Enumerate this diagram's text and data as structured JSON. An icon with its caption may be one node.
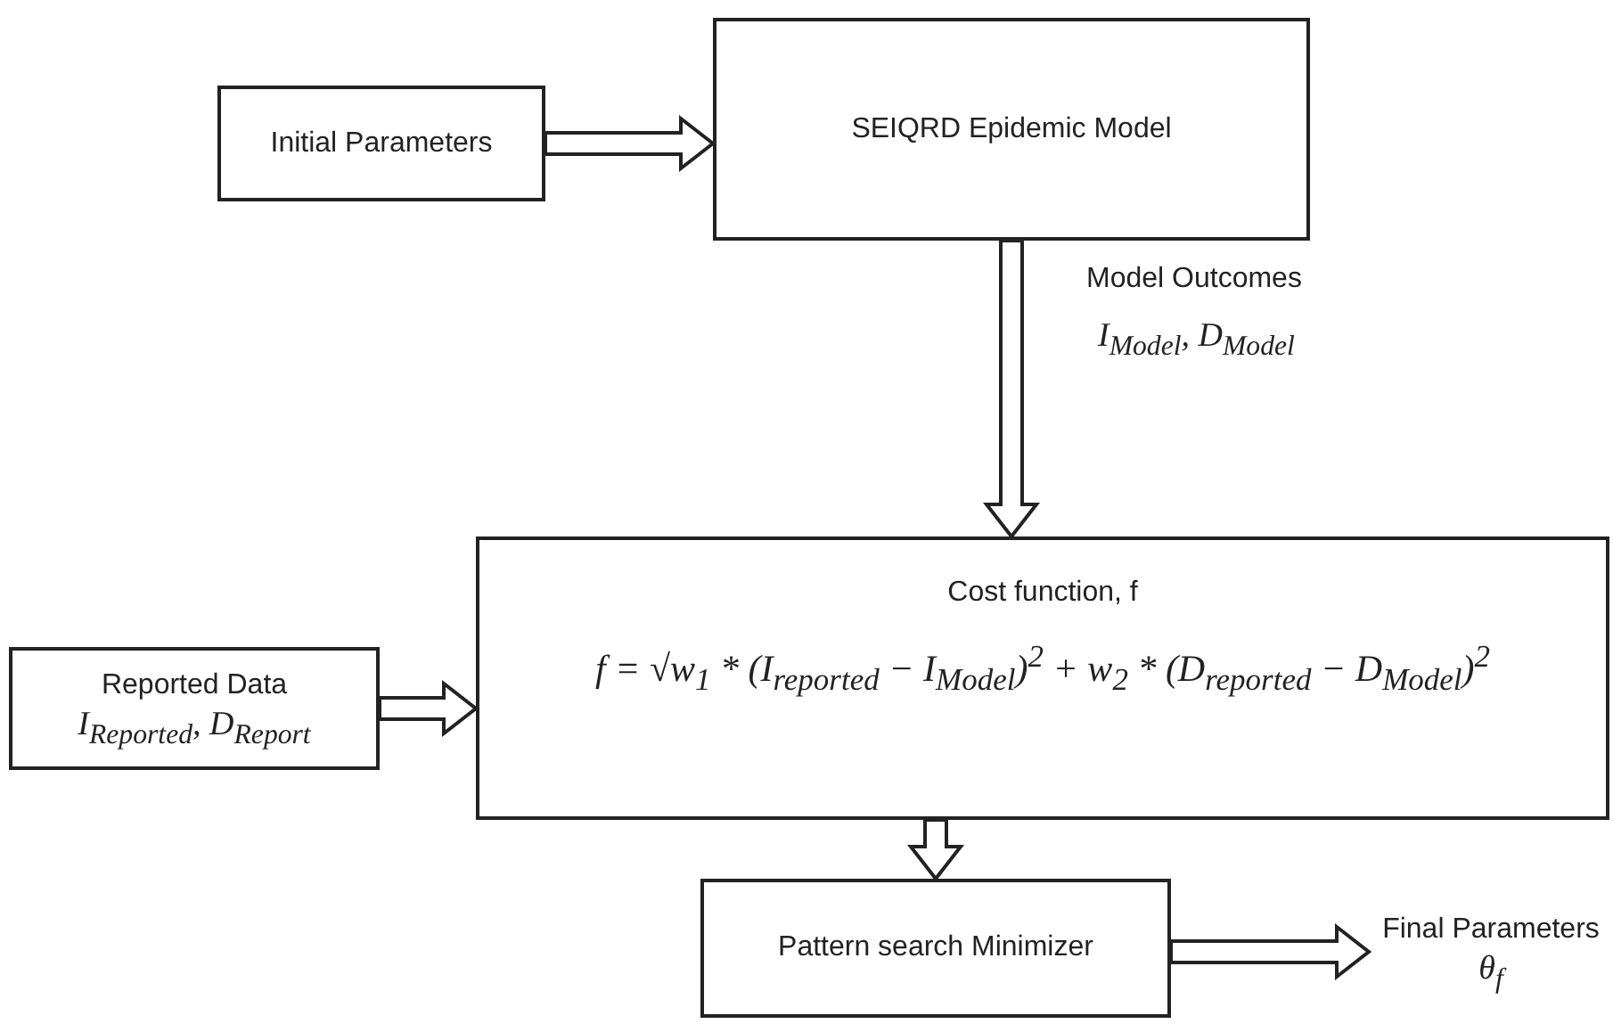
{
  "diagram": {
    "nodes": [
      {
        "text": [
          "Initial Parameters"
        ]
      },
      {
        "text": [
          "SEIQRD Epidemic Model"
        ]
      },
      {
        "text": [
          "Reported Data",
          "I$_{Reported}$, D$_{Report}$"
        ]
      },
      {
        "text": [
          "Cost function, f",
          "f = √w$_{1}$ * (I$_{reported}$ − I$_{Model}$)$^{2}$ + w$_{2}$ * (D$_{reported}$ − D$_{Model}$)$^{2}$"
        ]
      },
      {
        "text": [
          "Pattern search Minimizer"
        ]
      },
      {
        "text": [
          "Final Parameters",
          "θ$_{f}$"
        ]
      }
    ],
    "edges": [
      {
        "from": 0,
        "to": 1,
        "arrow": "to"
      },
      {
        "from": 1,
        "to": 3,
        "arrow": "to",
        "label": "Model Outcomes"
      },
      {
        "from": 2,
        "to": 3,
        "arrow": "to"
      },
      {
        "from": 3,
        "to": 4,
        "arrow": "to"
      },
      {
        "from": 4,
        "to": 5,
        "arrow": "to"
      }
    ],
    "labels": [
      "I$_{Model}$, D$_{Model}$"
    ]
  }
}
